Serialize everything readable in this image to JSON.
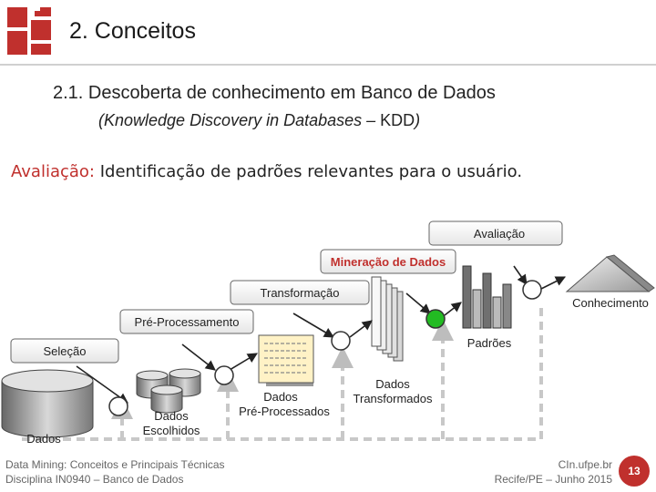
{
  "header": {
    "title": "2. Conceitos",
    "brand_color": "#c0302d"
  },
  "section": {
    "heading": "2.1. Descoberta de conhecimento em Banco de Dados",
    "subheading_prefix": "(Knowledge Discovery in Databases – ",
    "subheading_kdd": "KDD",
    "subheading_suffix": ")"
  },
  "step": {
    "term": "Avaliação:",
    "text": "Identificação de padrões relevantes para o usuário."
  },
  "diagram": {
    "stages": {
      "selecao": "Seleção",
      "preprocessamento": "Pré-Processamento",
      "transformacao": "Transformação",
      "mineracao": "Mineração de Dados",
      "avaliacao": "Avaliação"
    },
    "artifacts": {
      "dados": "Dados",
      "escolhidos_1": "Dados",
      "escolhidos_2": "Escolhidos",
      "preprocessados_1": "Dados",
      "preprocessados_2": "Pré-Processados",
      "transformados_1": "Dados",
      "transformados_2": "Transformados",
      "padroes": "Padrões",
      "conhecimento": "Conhecimento"
    },
    "highlight_color": "#22bb22"
  },
  "footer": {
    "left_line1": "Data Mining: Conceitos e Principais Técnicas",
    "left_line2": "Disciplina IN0940 – Banco de Dados",
    "right_line1": "CIn.ufpe.br",
    "right_line2": "Recife/PE – Junho 2015",
    "page_number": "13"
  }
}
